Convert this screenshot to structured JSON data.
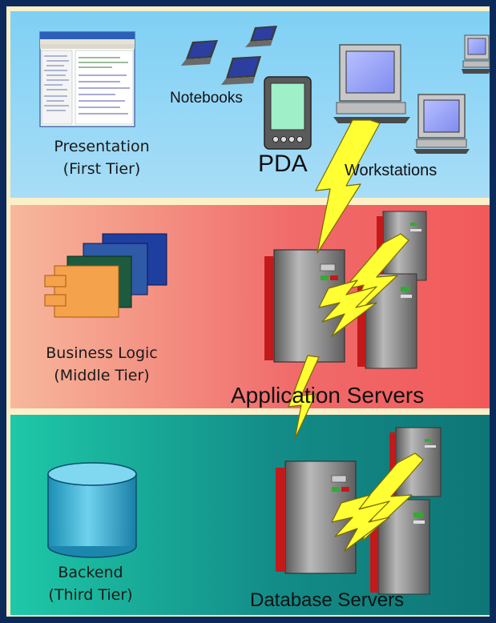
{
  "tiers": [
    {
      "title": "Presentation",
      "subtitle": "(First Tier)"
    },
    {
      "title": "Business Logic",
      "subtitle": "(Middle Tier)"
    },
    {
      "title": "Backend",
      "subtitle": "(Third Tier)"
    }
  ],
  "devices": {
    "notebooks": "Notebooks",
    "pda": "PDA",
    "workstations": "Workstations"
  },
  "servers": {
    "application": "Application Servers",
    "database": "Database Servers"
  },
  "colors": {
    "first_tier": "#9ad8f5",
    "middle_tier": "#f06a6a",
    "third_tier": "#138c88",
    "lightning": "#ffff33"
  }
}
